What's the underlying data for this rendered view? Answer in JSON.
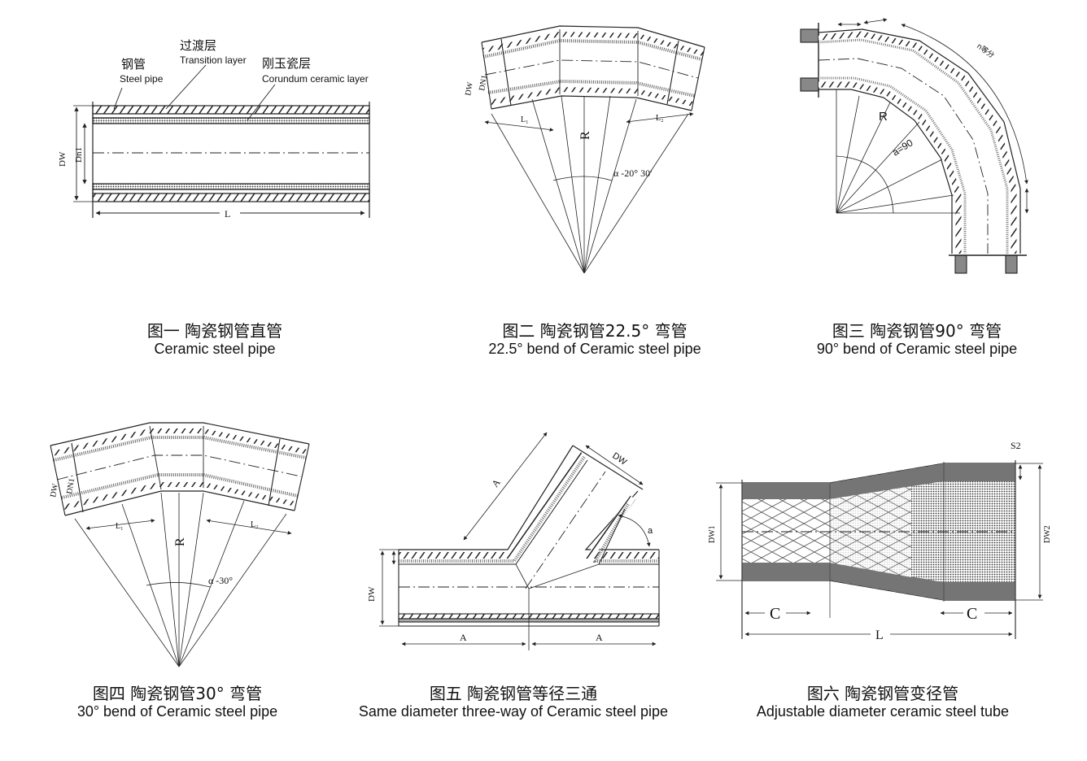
{
  "figures": {
    "fig1": {
      "caption_cn": "图一 陶瓷钢管直管",
      "caption_en": "Ceramic steel pipe",
      "labels": {
        "steel_cn": "钢管",
        "steel_en": "Steel pipe",
        "transition_cn": "过渡层",
        "transition_en": "Transition layer",
        "corundum_cn": "刚玉瓷层",
        "corundum_en": "Corundum ceramic layer",
        "dw": "DW",
        "dn": "Dn1",
        "l": "L"
      }
    },
    "fig2": {
      "caption_cn": "图二 陶瓷钢管22.5° 弯管",
      "caption_en": "22.5° bend of Ceramic steel pipe",
      "labels": {
        "dw": "DW",
        "dn": "DN1",
        "l1": "L₁",
        "l2": "L₂",
        "r": "R",
        "alpha": "α -20° 30′"
      }
    },
    "fig3": {
      "caption_cn": "图三 陶瓷钢管90° 弯管",
      "caption_en": "90° bend of Ceramic steel pipe",
      "labels": {
        "r": "R",
        "a": "a=90",
        "n": "n等分"
      }
    },
    "fig4": {
      "caption_cn": "图四 陶瓷钢管30° 弯管",
      "caption_en": "30° bend of Ceramic steel pipe",
      "labels": {
        "dw": "DW",
        "dn": "DN1",
        "l1": "L₁",
        "l2": "L₂",
        "r": "R",
        "alpha": "α -30°"
      }
    },
    "fig5": {
      "caption_cn": "图五 陶瓷钢管等径三通",
      "caption_en": "Same diameter three-way of Ceramic steel pipe",
      "labels": {
        "dw_top": "DW",
        "a_branch": "A",
        "a_angle": "a",
        "dw_side": "DW",
        "a_left": "A",
        "a_right": "A"
      }
    },
    "fig6": {
      "caption_cn": "图六 陶瓷钢管变径管",
      "caption_en": "Adjustable diameter ceramic steel tube",
      "labels": {
        "s2": "S2",
        "dw1": "DW1",
        "dw2": "DW2",
        "c_left": "C",
        "c_right": "C",
        "l": "L"
      }
    }
  }
}
